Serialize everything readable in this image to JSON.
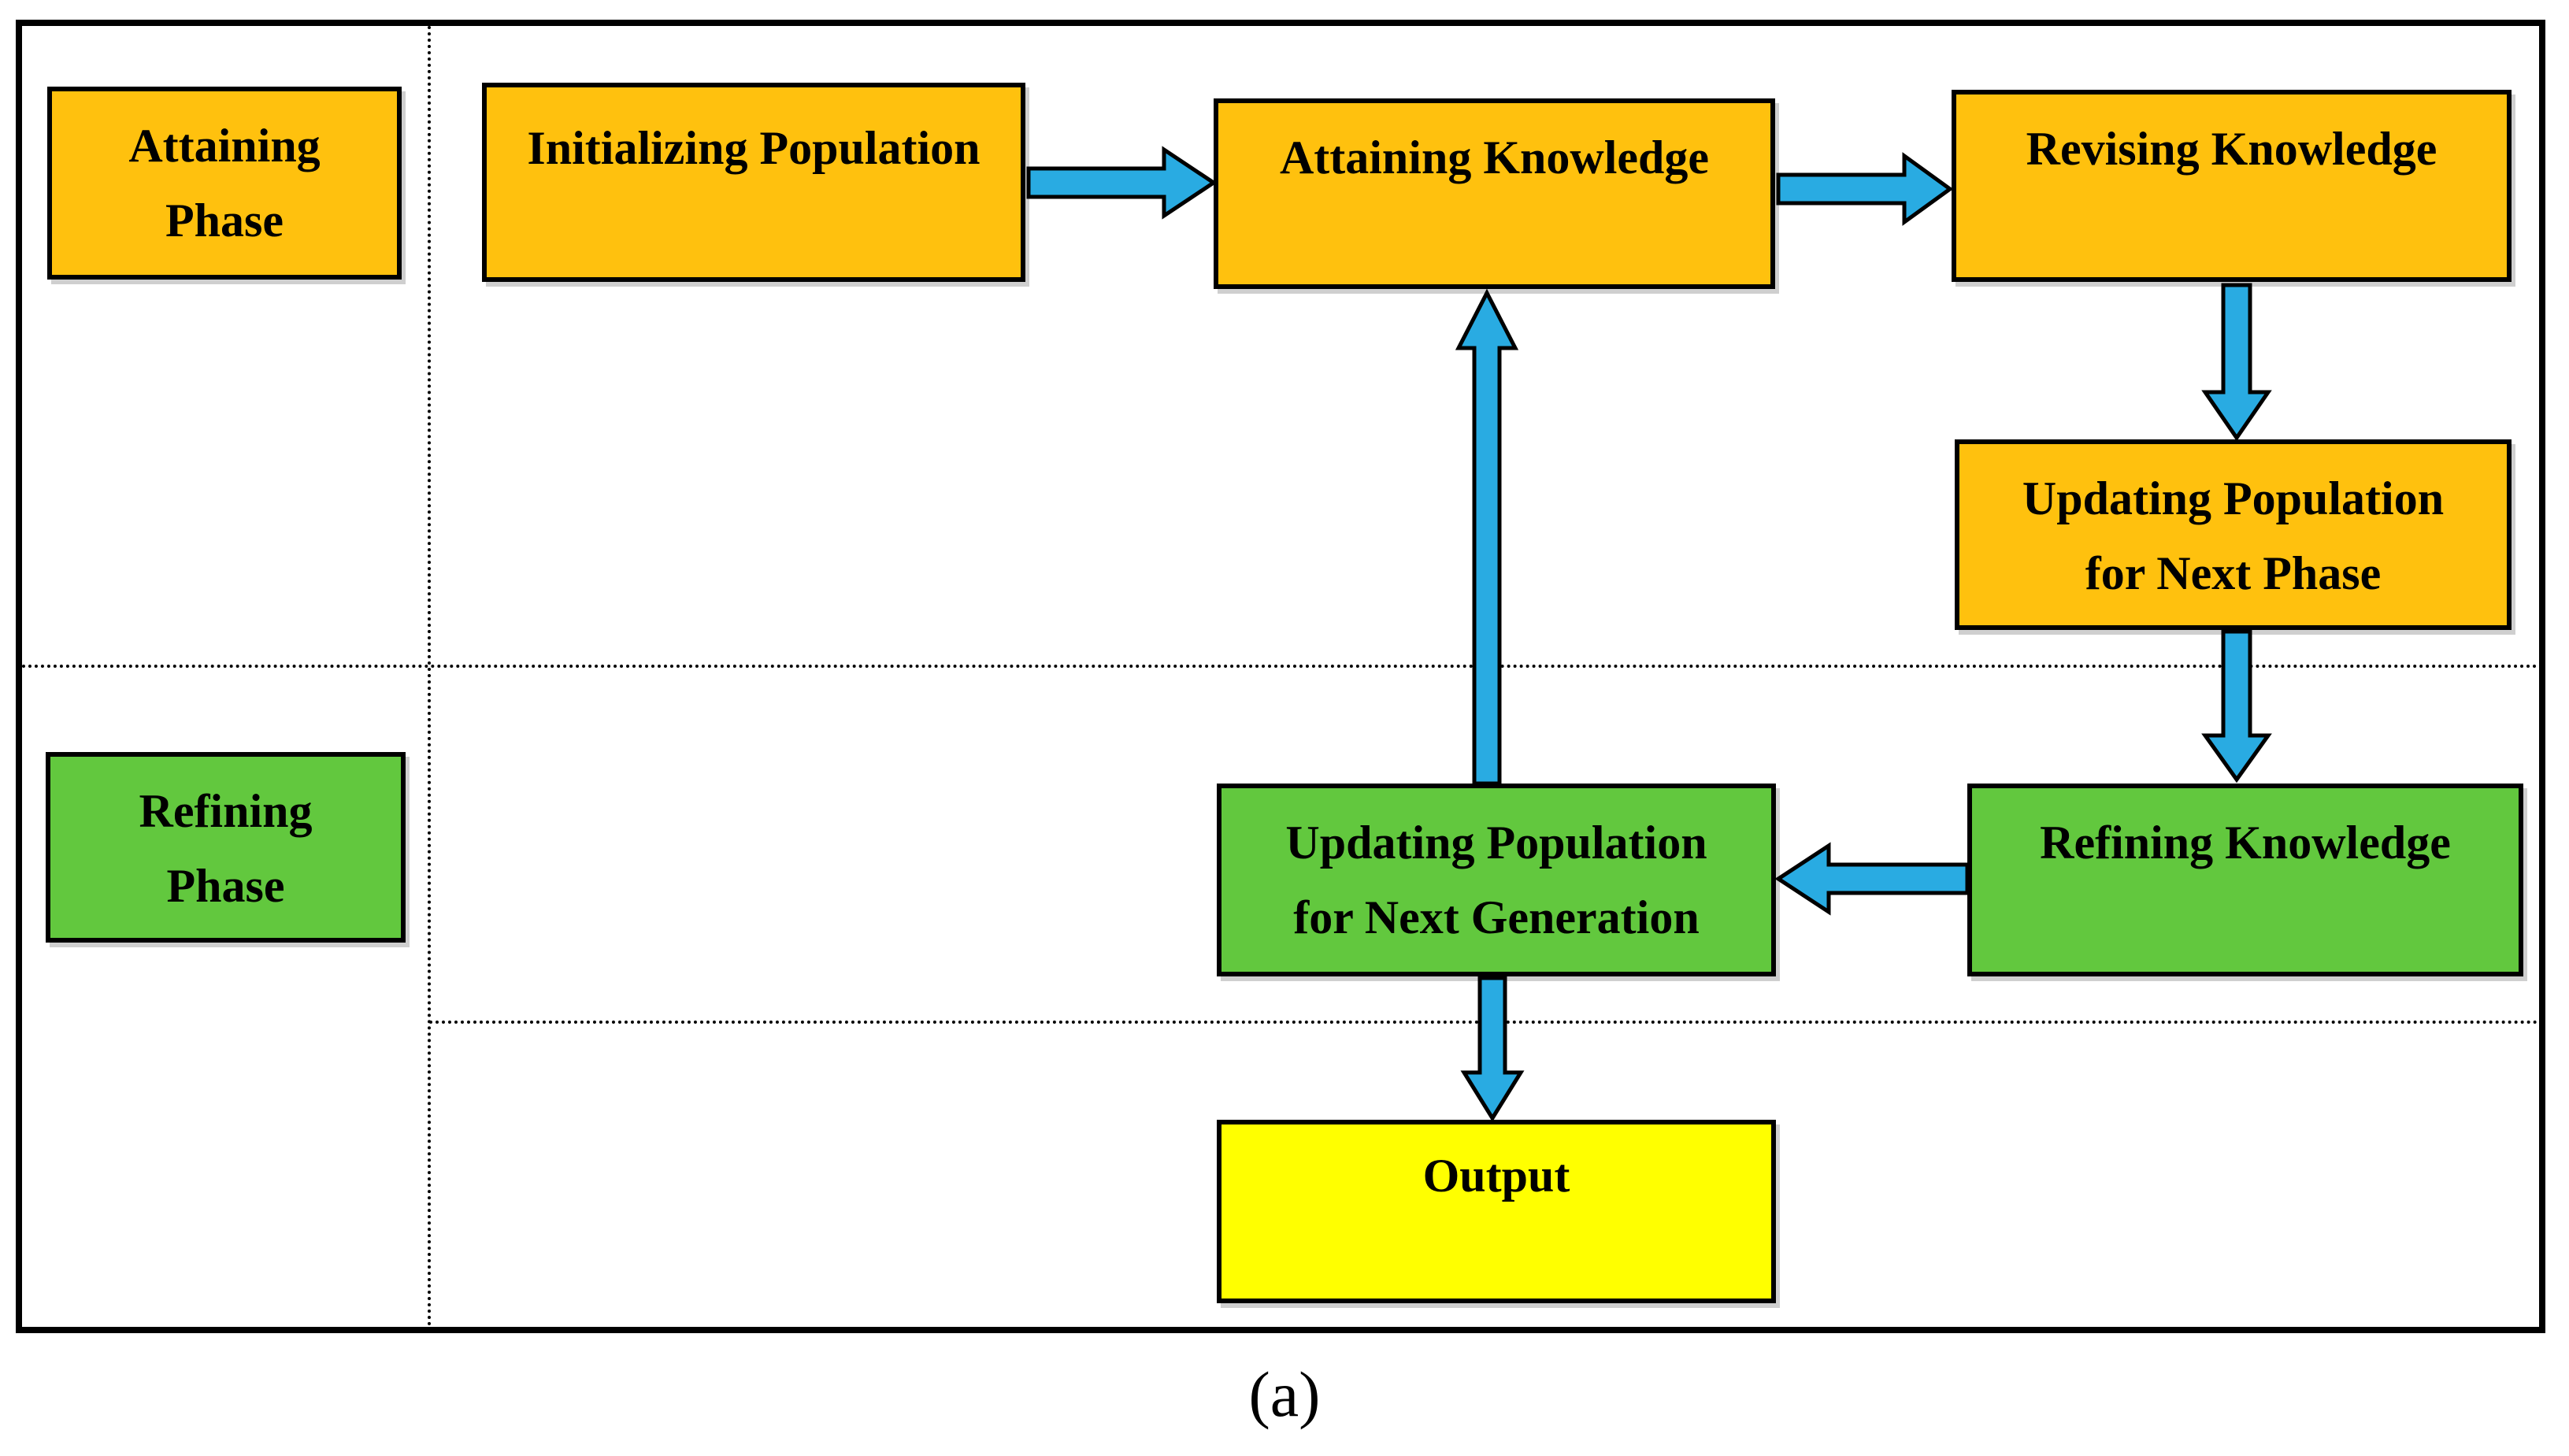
{
  "figure": {
    "caption": "(a)"
  },
  "colors": {
    "attaining_phase_fill": "#FFC10E",
    "refining_phase_fill": "#62C83E",
    "output_fill": "#FFFF00",
    "arrow_fill": "#29ABE2",
    "outline": "#000000"
  },
  "phase_labels": {
    "attaining": {
      "line1": "Attaining",
      "line2": "Phase"
    },
    "refining": {
      "line1": "Refining",
      "line2": "Phase"
    }
  },
  "nodes": {
    "initializing_population": {
      "line1": "Initializing Population"
    },
    "attaining_knowledge": {
      "line1": "Attaining Knowledge"
    },
    "revising_knowledge": {
      "line1": "Revising Knowledge"
    },
    "updating_population_next_phase": {
      "line1": "Updating Population",
      "line2": "for Next Phase"
    },
    "refining_knowledge": {
      "line1": "Refining Knowledge"
    },
    "updating_population_next_generation": {
      "line1": "Updating Population",
      "line2": "for Next Generation"
    },
    "output": {
      "line1": "Output"
    }
  },
  "arrows": [
    {
      "name": "initializing-to-attaining-knowledge",
      "from": "initializing_population",
      "to": "attaining_knowledge",
      "direction": "right"
    },
    {
      "name": "attaining-to-revising-knowledge",
      "from": "attaining_knowledge",
      "to": "revising_knowledge",
      "direction": "right"
    },
    {
      "name": "revising-to-updating-next-phase",
      "from": "revising_knowledge",
      "to": "updating_population_next_phase",
      "direction": "down"
    },
    {
      "name": "updating-next-phase-to-refining-knowledge",
      "from": "updating_population_next_phase",
      "to": "refining_knowledge",
      "direction": "down"
    },
    {
      "name": "refining-knowledge-to-updating-next-generation",
      "from": "refining_knowledge",
      "to": "updating_population_next_generation",
      "direction": "left"
    },
    {
      "name": "updating-next-generation-to-attaining-knowledge",
      "from": "updating_population_next_generation",
      "to": "attaining_knowledge",
      "direction": "up"
    },
    {
      "name": "updating-next-generation-to-output",
      "from": "updating_population_next_generation",
      "to": "output",
      "direction": "down"
    }
  ]
}
